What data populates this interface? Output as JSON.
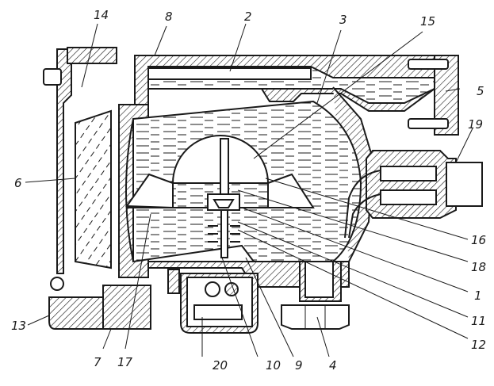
{
  "figure": {
    "title": "Sectional view of a float-type liquid-level sensor assembly",
    "callouts": [
      {
        "id": "1",
        "label": "1"
      },
      {
        "id": "2",
        "label": "2"
      },
      {
        "id": "3",
        "label": "3"
      },
      {
        "id": "4",
        "label": "4"
      },
      {
        "id": "5",
        "label": "5"
      },
      {
        "id": "6",
        "label": "6"
      },
      {
        "id": "7",
        "label": "7"
      },
      {
        "id": "8",
        "label": "8"
      },
      {
        "id": "9",
        "label": "9"
      },
      {
        "id": "10",
        "label": "10"
      },
      {
        "id": "11",
        "label": "11"
      },
      {
        "id": "12",
        "label": "12"
      },
      {
        "id": "13",
        "label": "13"
      },
      {
        "id": "14",
        "label": "14"
      },
      {
        "id": "15",
        "label": "15"
      },
      {
        "id": "16",
        "label": "16"
      },
      {
        "id": "17",
        "label": "17"
      },
      {
        "id": "18",
        "label": "18"
      },
      {
        "id": "19",
        "label": "19"
      },
      {
        "id": "20",
        "label": "20"
      }
    ]
  }
}
